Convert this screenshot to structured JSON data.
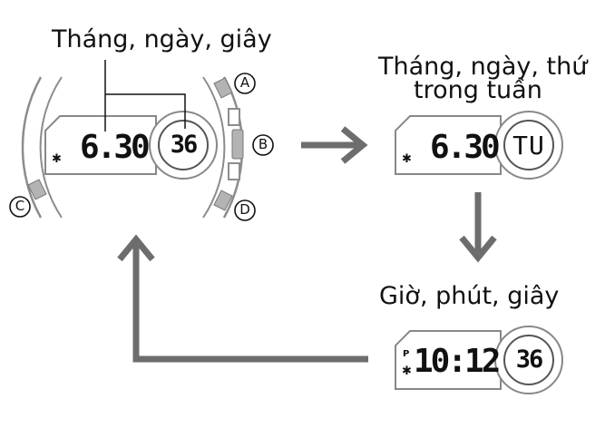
{
  "main_watch": {
    "caption": "Tháng, ngày, giây",
    "date": "6.30",
    "seconds": "36",
    "buttons": {
      "a": "A",
      "b": "B",
      "c": "C",
      "d": "D"
    },
    "bluetooth_icon": "bluetooth-icon"
  },
  "display_date_weekday": {
    "caption_line1": "Tháng, ngày, thứ",
    "caption_line2": "trong tuần",
    "date": "6.30",
    "weekday": "TU",
    "bluetooth_icon": "bluetooth-icon"
  },
  "display_time": {
    "caption": "Giờ, phút, giây",
    "time": "10:12",
    "seconds": "36",
    "pm_marker": "P",
    "bluetooth_icon": "bluetooth-icon"
  },
  "colors": {
    "arrow": "#6d6d6d",
    "case": "#8c8c8c",
    "button": "#b3b3b3",
    "text": "#111111"
  }
}
